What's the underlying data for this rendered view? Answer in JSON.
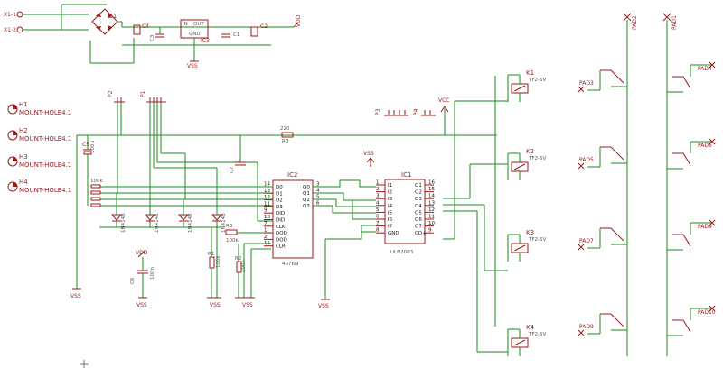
{
  "power": {
    "x1_1": "X1-1",
    "x1_2": "X1-2",
    "b1": "B1",
    "c4": "C4",
    "c3": "C3",
    "c1": "C1",
    "c2": "C2",
    "ic3": "IC3",
    "reg_in": "IN",
    "reg_out": "OUT",
    "reg_gnd": "GND",
    "vdd": "VDD",
    "vss": "VSS"
  },
  "mount_holes": [
    {
      "ref": "H1",
      "name": "MOUNT-HOLE4.1"
    },
    {
      "ref": "H2",
      "name": "MOUNT-HOLE4.1"
    },
    {
      "ref": "H3",
      "name": "MOUNT-HOLE4.1"
    },
    {
      "ref": "H4",
      "name": "MOUNT-HOLE4.1"
    }
  ],
  "connectors": {
    "p2": "P2",
    "p1": "P1",
    "p3": "P3",
    "p4": "P4"
  },
  "parts": {
    "r3": "R3",
    "r3_val": "220",
    "c5": "C5",
    "c5_val": "100u",
    "r_array": "100k",
    "c6": "C6",
    "c7": "C7",
    "r1": "R1",
    "r2": "R2",
    "r1_val": "100k",
    "r2_val": "100k",
    "diodes": [
      "1N4148",
      "1N4148",
      "1N4148",
      "1N4148"
    ],
    "vcc": "VCC",
    "cap_val": "100n"
  },
  "ic2": {
    "ref": "IC2",
    "part": "4076N",
    "left_pins": [
      {
        "num": "14",
        "name": "D0"
      },
      {
        "num": "13",
        "name": "D1"
      },
      {
        "num": "12",
        "name": "D2"
      },
      {
        "num": "11",
        "name": "D3"
      },
      {
        "num": "9",
        "name": "DID"
      },
      {
        "num": "10",
        "name": "DID"
      },
      {
        "num": "7",
        "name": "CLK"
      },
      {
        "num": "1",
        "name": "DOD"
      },
      {
        "num": "2",
        "name": "DOD"
      },
      {
        "num": "15",
        "name": "CLR"
      }
    ],
    "right_pins": [
      {
        "num": "3",
        "name": "Q0"
      },
      {
        "num": "4",
        "name": "Q1"
      },
      {
        "num": "5",
        "name": "Q2"
      },
      {
        "num": "6",
        "name": "Q3"
      }
    ]
  },
  "ic1": {
    "ref": "IC1",
    "part": "ULN2003",
    "left_pins": [
      {
        "num": "1",
        "name": "I1"
      },
      {
        "num": "2",
        "name": "I2"
      },
      {
        "num": "3",
        "name": "I3"
      },
      {
        "num": "4",
        "name": "I4"
      },
      {
        "num": "5",
        "name": "I5"
      },
      {
        "num": "6",
        "name": "I6"
      },
      {
        "num": "7",
        "name": "I7"
      },
      {
        "num": "8",
        "name": "GND"
      }
    ],
    "right_pins": [
      {
        "num": "16",
        "name": "O1"
      },
      {
        "num": "15",
        "name": "O2"
      },
      {
        "num": "14",
        "name": "O3"
      },
      {
        "num": "13",
        "name": "O4"
      },
      {
        "num": "12",
        "name": "O5"
      },
      {
        "num": "11",
        "name": "O6"
      },
      {
        "num": "10",
        "name": "O7"
      },
      {
        "num": "9",
        "name": "CD+"
      }
    ]
  },
  "relays": [
    {
      "ref": "K1",
      "part": "TF2-5V"
    },
    {
      "ref": "K2",
      "part": "TF2-5V"
    },
    {
      "ref": "K3",
      "part": "TF2-5V"
    },
    {
      "ref": "K4",
      "part": "TF2-5V"
    }
  ],
  "pads_left": [
    "PAD3",
    "PAD5",
    "PAD7",
    "PAD9"
  ],
  "pads_right": [
    "PAD4",
    "PAD6",
    "PAD8",
    "PAD10"
  ],
  "pad_top_left": "PAD2",
  "pad_top_right": "PAD1"
}
